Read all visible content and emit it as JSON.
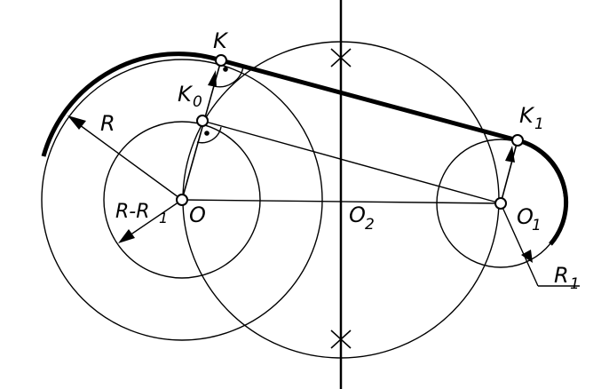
{
  "labels": {
    "k": "K",
    "k0": "K",
    "k0_sub": "0",
    "k1": "K",
    "k1_sub": "1",
    "r": "R",
    "r_minus_r1": "R-R",
    "r_minus_r1_sub": "1",
    "o": "O",
    "o2": "O",
    "o2_sub": "2",
    "o1": "O",
    "o1_sub": "1",
    "r1": "R",
    "r1_sub": "1"
  },
  "colors": {
    "ink": "#000000",
    "paper": "#ffffff"
  }
}
